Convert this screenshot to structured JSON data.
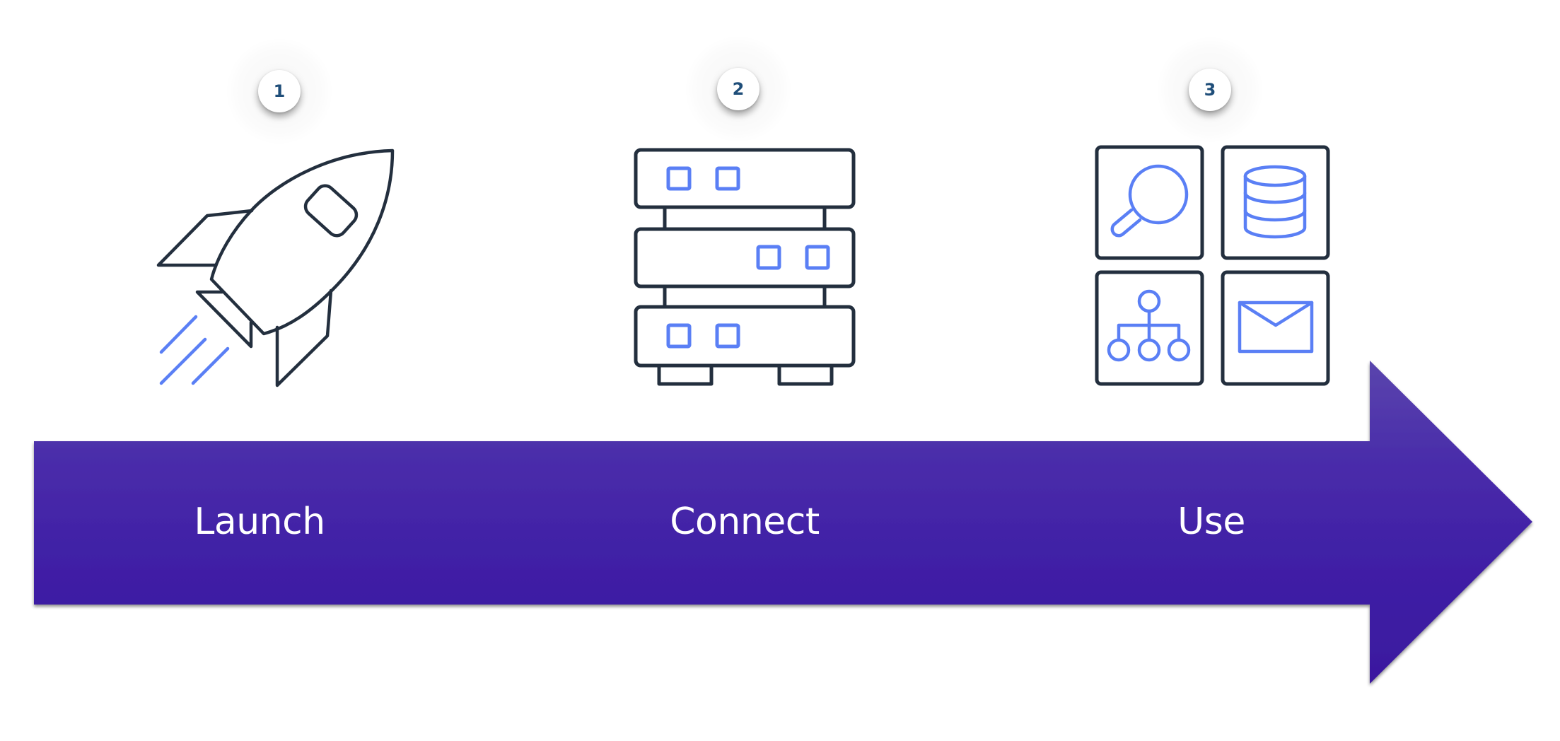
{
  "diagram": {
    "type": "process-flow",
    "direction": "left-to-right",
    "steps": [
      {
        "number": "1",
        "label": "Launch",
        "icon": "rocket-icon"
      },
      {
        "number": "2",
        "label": "Connect",
        "icon": "server-rack-icon"
      },
      {
        "number": "3",
        "label": "Use",
        "icon": "services-grid-icon",
        "sub_icons": [
          "search-icon",
          "database-icon",
          "hierarchy-icon",
          "envelope-icon"
        ]
      }
    ]
  },
  "colors": {
    "arrow_top": "#5339aa",
    "arrow_bottom": "#3c1aa2",
    "icon_stroke": "#232f3e",
    "icon_accent": "#5a7ff5",
    "badge_text": "#1f4e79",
    "label_text": "#ffffff",
    "background": "#ffffff"
  }
}
